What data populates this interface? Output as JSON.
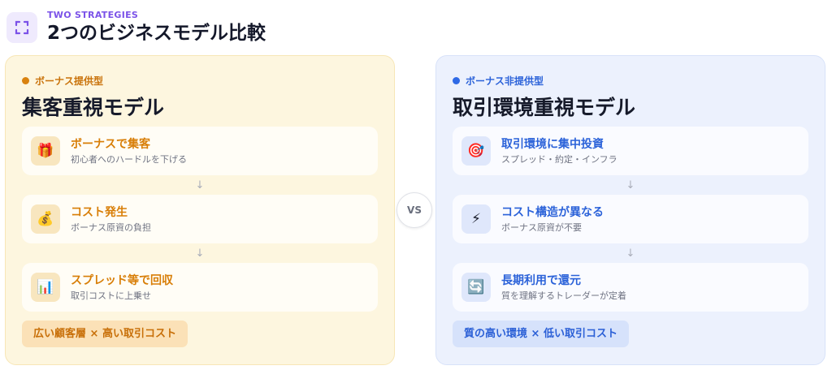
{
  "header": {
    "eyebrow": "TWO STRATEGIES",
    "title": "2つのビジネスモデル比較",
    "icon": "expand-corners-icon",
    "accent_color": "#7b52e8"
  },
  "vs_label": "VS",
  "left": {
    "tag": "ボーナス提供型",
    "title": "集客重視モデル",
    "accent_color": "#d9820f",
    "steps": [
      {
        "icon": "gift-icon",
        "glyph": "🎁",
        "title": "ボーナスで集客",
        "subtitle": "初心者へのハードルを下げる"
      },
      {
        "icon": "money-bag-icon",
        "glyph": "💰",
        "title": "コスト発生",
        "subtitle": "ボーナス原資の負担"
      },
      {
        "icon": "bar-chart-icon",
        "glyph": "📊",
        "title": "スプレッド等で回収",
        "subtitle": "取引コストに上乗せ"
      }
    ],
    "summary": "広い顧客層 × 高い取引コスト"
  },
  "right": {
    "tag": "ボーナス非提供型",
    "title": "取引環境重視モデル",
    "accent_color": "#2f6ae6",
    "steps": [
      {
        "icon": "target-icon",
        "glyph": "🎯",
        "title": "取引環境に集中投資",
        "subtitle": "スプレッド・約定・インフラ"
      },
      {
        "icon": "lightning-icon",
        "glyph": "⚡",
        "title": "コスト構造が異なる",
        "subtitle": "ボーナス原資が不要"
      },
      {
        "icon": "cycle-icon",
        "glyph": "🔄",
        "title": "長期利用で還元",
        "subtitle": "質を理解するトレーダーが定着"
      }
    ],
    "summary": "質の高い環境 × 低い取引コスト"
  },
  "arrow_glyph": "↓"
}
